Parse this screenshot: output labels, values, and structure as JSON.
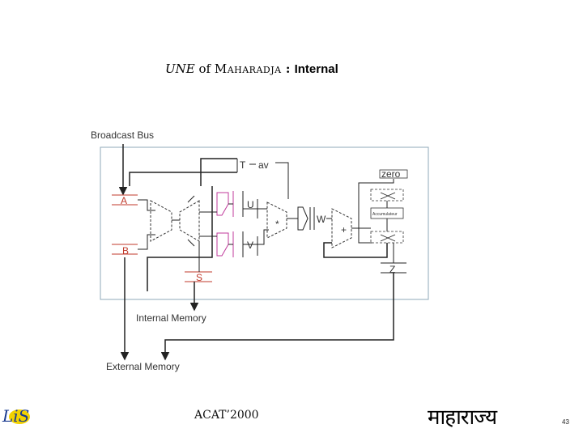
{
  "title": {
    "une": "UNE",
    "of": " of ",
    "org": "Maharadja",
    "sep": " : ",
    "kw": "Internal"
  },
  "diagram": {
    "broadcast_bus": "Broadcast Bus",
    "reg_t": "T",
    "reg_av": "av",
    "reg_zero": "zero",
    "reg_a": "A",
    "reg_b": "B",
    "reg_s": "S",
    "reg_u": "U",
    "reg_v": "V",
    "reg_w": "W",
    "reg_z": "Z",
    "op_mult": "*",
    "op_add": "+",
    "accumulator": "Accumulateur",
    "internal_memory": "Internal Memory",
    "external_memory": "External Memory"
  },
  "footer": {
    "logo_left": "LIS",
    "conference": "ACAT’2000",
    "logo_right": "माहाराज्य",
    "page_number": "43"
  },
  "colors": {
    "register_highlight": "#c0392b",
    "mux_pink": "#c0399b",
    "panel_border": "#8fa9b8",
    "line": "#222222"
  }
}
